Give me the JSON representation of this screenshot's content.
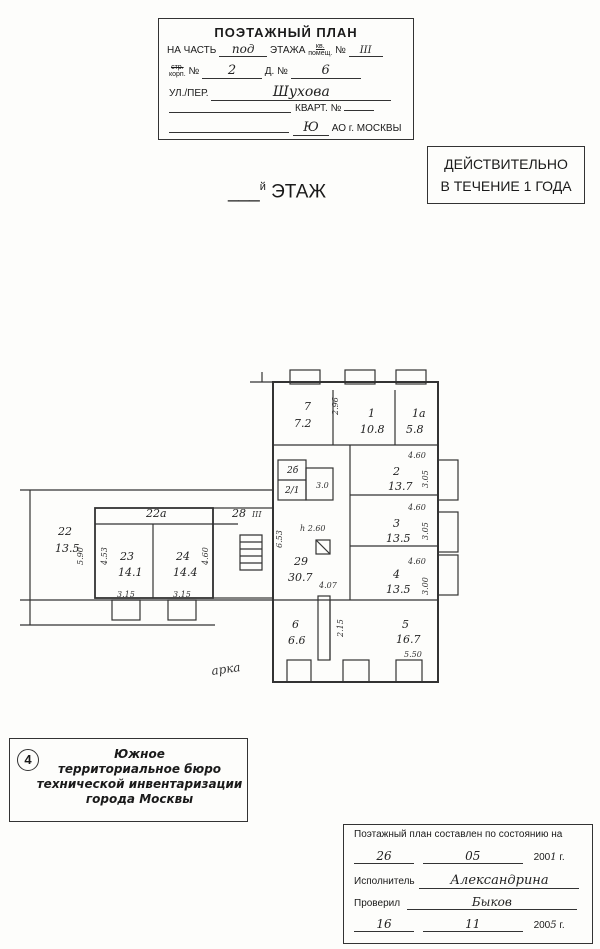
{
  "header_stamp": {
    "title": "ПОЭТАЖНЫЙ ПЛАН",
    "na_chast": "НА ЧАСТЬ",
    "part_value": "под",
    "etazha": "ЭТАЖА",
    "kv_pomesh_top": "кв.",
    "kv_pomesh_bottom": "помещ.",
    "no1": "№",
    "part_no": "III",
    "str_top": "стр.",
    "str_bottom": "корп.",
    "no2": "№",
    "korp_value": "2",
    "dom_label": "Д. №",
    "dom_value": "6",
    "street_label": "УЛ./ПЕР.",
    "street_value": "Шухова",
    "kvart_label": "КВАРТ. №",
    "ao_value": "Ю",
    "ao_label": "АО г. МОСКВЫ"
  },
  "validity_stamp": {
    "line1": "ДЕЙСТВИТЕЛЬНО",
    "line2": "В ТЕЧЕНИЕ 1 ГОДА"
  },
  "floor_title": {
    "blank": "___",
    "suffix": "й",
    "label": "ЭТАЖ"
  },
  "plan": {
    "arch_label": "арка",
    "rooms": [
      {
        "no": "7",
        "area": "7.2"
      },
      {
        "no": "1",
        "area": "10.8"
      },
      {
        "no": "1а",
        "area": "5.8"
      },
      {
        "no": "2",
        "area": "13.7"
      },
      {
        "no": "2б",
        "area": ""
      },
      {
        "no": "2/1",
        "area": ""
      },
      {
        "no": "3",
        "area": "13.5"
      },
      {
        "no": "4",
        "area": "13.5"
      },
      {
        "no": "5",
        "area": "16.7"
      },
      {
        "no": "6",
        "area": "6.6"
      },
      {
        "no": "29",
        "area": "30.7"
      },
      {
        "no": "22а",
        "area": ""
      },
      {
        "no": "22",
        "area": "13.5"
      },
      {
        "no": "23",
        "area": "14.1"
      },
      {
        "no": "24",
        "area": "14.4"
      },
      {
        "no": "28",
        "area": ""
      }
    ],
    "dimensions": [
      "2.96",
      "4.60",
      "3.05",
      "4.60",
      "3.05",
      "4.60",
      "3.00",
      "5.50",
      "2.15",
      "4.07",
      "6.53",
      "h 2.60",
      "5.90",
      "4.53",
      "4.60",
      "3.15",
      "3.15",
      "3.0",
      "III"
    ]
  },
  "bti_stamp": {
    "number": "4",
    "line1": "Южное",
    "line2": "территориальное бюро",
    "line3": "технической инвентаризации",
    "line4": "города Москвы"
  },
  "state_block": {
    "title": "Поэтажный план составлен по состоянию на",
    "day": "26",
    "month": "05",
    "year_prefix": "200",
    "year_digit": "1",
    "g": "г.",
    "executor_label": "Исполнитель",
    "executor_name": "Александрина",
    "checked_label": "Проверил",
    "checked_name": "Быков",
    "check_day": "16",
    "check_month": "11",
    "check_year_prefix": "200",
    "check_year_digit": "5",
    "g2": "г."
  }
}
